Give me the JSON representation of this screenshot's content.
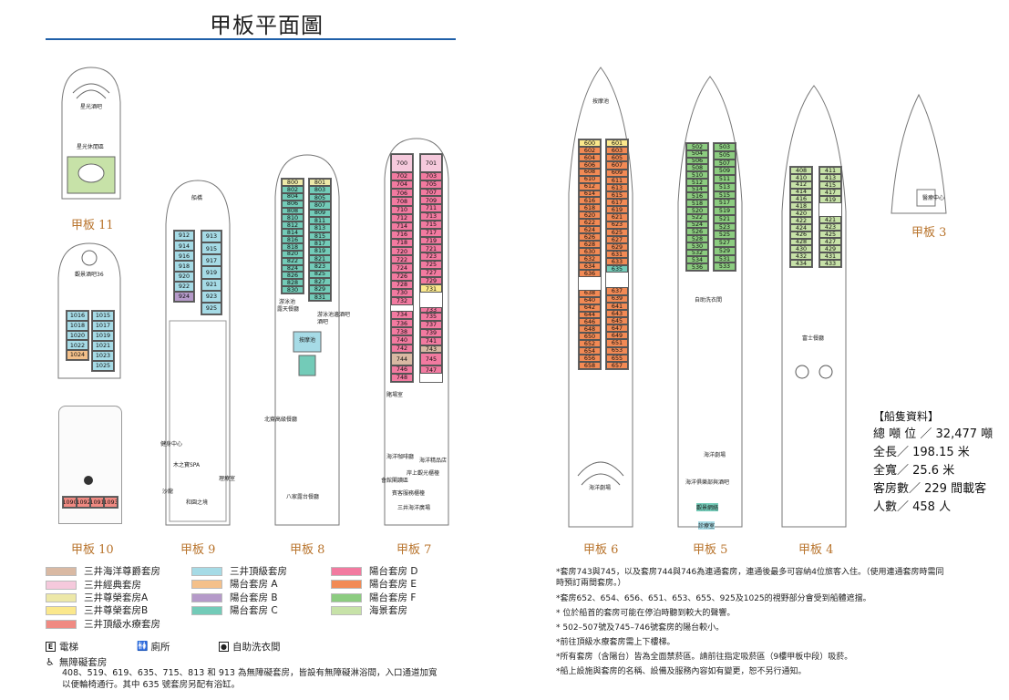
{
  "page_title": "甲板平面圖",
  "decks": {
    "d11": {
      "label": "甲板 11",
      "areas": [
        "星光休閒區"
      ],
      "annot": "星光酒吧"
    },
    "d10": {
      "label": "甲板 10",
      "areas": [
        "觀景酒吧36"
      ],
      "rooms_left": [
        "1016",
        "1018",
        "1020",
        "1022",
        "1024"
      ],
      "rooms_right": [
        "1015",
        "1017",
        "1019",
        "1021",
        "1023",
        "1025"
      ],
      "rooms_bottom": [
        "1090",
        "1092",
        "1091",
        "1093"
      ]
    },
    "d9": {
      "label": "甲板 9",
      "areas": [
        "船橋",
        "健身中心",
        "木之寶SPA",
        "理療室",
        "沙龍",
        "和園之境"
      ],
      "rooms_left": [
        "912",
        "914",
        "916",
        "918",
        "920",
        "922",
        "924"
      ],
      "rooms_right": [
        "913",
        "915",
        "917",
        "919",
        "921",
        "923",
        "925"
      ]
    },
    "d8": {
      "label": "甲板 8",
      "areas": [
        "游泳池",
        "露天餐廳",
        "按摩池",
        "北齋高級餐廳",
        "八家露台餐廳",
        "游泳池邊酒吧",
        "酒吧"
      ],
      "rooms_left": [
        "800",
        "802",
        "804",
        "806",
        "808",
        "810",
        "812",
        "814",
        "816",
        "818",
        "820",
        "822",
        "824",
        "826",
        "828",
        "830"
      ],
      "rooms_right": [
        "801",
        "803",
        "805",
        "807",
        "809",
        "811",
        "813",
        "815",
        "817",
        "819",
        "821",
        "823",
        "825",
        "827",
        "829",
        "831"
      ]
    },
    "d7": {
      "label": "甲板 7",
      "areas": [
        "賭場室",
        "海洋咖啡廳",
        "海洋精品店",
        "岸上觀光櫃檯",
        "會館閣讀區",
        "賓客服務櫃檯",
        "三井海洋廣場"
      ],
      "rooms_left": [
        "700",
        "702",
        "704",
        "706",
        "708",
        "710",
        "712",
        "714",
        "716",
        "718",
        "720",
        "722",
        "724",
        "726",
        "728",
        "730",
        "732",
        "734",
        "736",
        "738",
        "740",
        "742",
        "744",
        "746",
        "748"
      ],
      "rooms_right": [
        "701",
        "703",
        "705",
        "707",
        "709",
        "711",
        "713",
        "715",
        "717",
        "719",
        "721",
        "723",
        "725",
        "727",
        "729",
        "731",
        "733",
        "735",
        "737",
        "739",
        "741",
        "743",
        "745",
        "747"
      ]
    },
    "d6": {
      "label": "甲板 6",
      "areas": [
        "按摩池",
        "海洋劇場"
      ],
      "rooms_left": [
        "600",
        "602",
        "604",
        "606",
        "608",
        "610",
        "612",
        "614",
        "616",
        "618",
        "620",
        "622",
        "624",
        "626",
        "628",
        "630",
        "632",
        "634",
        "636",
        "638",
        "640",
        "642",
        "644",
        "646",
        "648",
        "650",
        "652",
        "654",
        "656",
        "658"
      ],
      "rooms_right": [
        "601",
        "603",
        "605",
        "607",
        "609",
        "611",
        "613",
        "615",
        "617",
        "619",
        "621",
        "623",
        "625",
        "627",
        "629",
        "631",
        "633",
        "635",
        "637",
        "639",
        "641",
        "643",
        "645",
        "647",
        "649",
        "651",
        "653",
        "655",
        "657"
      ]
    },
    "d5": {
      "label": "甲板 5",
      "areas": [
        "自助洗衣間",
        "海洋劇場",
        "海洋俱樂部與酒吧",
        "觀景網絡",
        "診療室"
      ],
      "rooms_left": [
        "502",
        "504",
        "506",
        "508",
        "510",
        "512",
        "514",
        "516",
        "518",
        "520",
        "522",
        "524",
        "526",
        "528",
        "530",
        "532",
        "534",
        "536"
      ],
      "rooms_right": [
        "503",
        "505",
        "507",
        "509",
        "511",
        "513",
        "515",
        "517",
        "519",
        "521",
        "523",
        "525",
        "527",
        "529",
        "531",
        "533"
      ]
    },
    "d4": {
      "label": "甲板 4",
      "areas": [
        "富士餐廳"
      ],
      "rooms_left": [
        "408",
        "410",
        "412",
        "414",
        "416",
        "418",
        "420",
        "422",
        "424",
        "426",
        "428",
        "430",
        "432",
        "434"
      ],
      "rooms_right": [
        "411",
        "413",
        "415",
        "417",
        "419",
        "421",
        "423",
        "425",
        "427",
        "429",
        "431",
        "433"
      ]
    },
    "d3": {
      "label": "甲板 3",
      "areas": [
        "醫療中心"
      ]
    }
  },
  "legend": [
    {
      "label": "三井海洋尊爵套房",
      "color": "#d9b9a3"
    },
    {
      "label": "三井經典套房",
      "color": "#f5c9dc"
    },
    {
      "label": "三井尊榮套房A",
      "color": "#ede8a8"
    },
    {
      "label": "三井尊榮套房B",
      "color": "#fbe88c"
    },
    {
      "label": "三井頂級水療套房",
      "color": "#f08a82"
    },
    {
      "label": "三井頂級套房",
      "color": "#a6dbe6"
    },
    {
      "label": "陽台套房 A",
      "color": "#f4c08a"
    },
    {
      "label": "陽台套房 B",
      "color": "#b59ac9"
    },
    {
      "label": "陽台套房 C",
      "color": "#73cbb8"
    },
    {
      "label": "陽台套房 D",
      "color": "#f27aa0"
    },
    {
      "label": "陽台套房 E",
      "color": "#f28a55"
    },
    {
      "label": "陽台套房 F",
      "color": "#8ccc80"
    },
    {
      "label": "海景套房",
      "color": "#c7e2a8"
    }
  ],
  "symbols": {
    "elevator": "電梯",
    "restroom": "廁所",
    "laundry": "自助洗衣間",
    "accessible": "無障礙套房",
    "elevator_sym": "E",
    "restroom_sym": "🚻",
    "laundry_sym": "●",
    "accessible_sym": "♿"
  },
  "accessible_note": "408、519、619、635、715、813 和 913 為無障礙套房，皆設有無障礙淋浴間，入口通道加寬以便輪椅通行。其中 635 號套房另配有浴缸。",
  "notes": [
    "*套房743與745，以及套房744與746為連通套房，連通後最多可容納4位旅客入住。（使用連通套房時需同時預訂兩間套房。）",
    "*套房652、654、656、651、653、655、925及1025的視野部分會受到船體遮擋。",
    "* 位於船首的套房可能在停泊時聽到較大的聲響。",
    "* 502–507號及745–746號套房的陽台較小。",
    "*前往頂級水療套房需上下樓梯。",
    "*所有套房（含陽台）皆為全面禁菸區。請前往指定吸菸區（9樓甲板中段）吸菸。",
    "*船上設施與套房的名稱、設備及服務內容如有變更，恕不另行通知。"
  ],
  "ship_info": {
    "heading": "【船隻資料】",
    "rows": [
      "總 噸 位 ／ 32,477 噸",
      "全長／ 198.15 米",
      "全寬／ 25.6 米",
      "客房數／ 229 間載客",
      "人數／ 458 人"
    ]
  }
}
